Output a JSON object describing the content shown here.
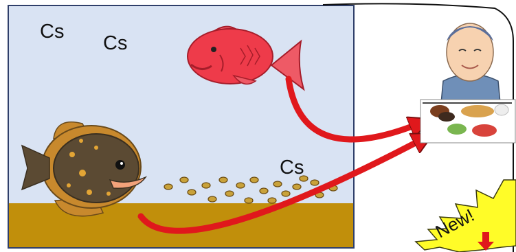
{
  "labels": {
    "cs_1": "Cs",
    "cs_2": "Cs",
    "cs_3": "Cs",
    "new_badge": "New!"
  },
  "colors": {
    "water": "#d9e3f3",
    "tank_border": "#2f3f6a",
    "sediment": "#c18f0b",
    "arrow": "#e0181c",
    "badge": "#fffc28",
    "fish_red": "#ee3b4a",
    "flatfish": "#5b4a33",
    "particle": "#c9a23a"
  },
  "icons": {
    "fish_top": "red-sea-bream-icon",
    "fish_bottom": "flatfish-icon",
    "person": "elderly-man-icon",
    "meal": "meal-tray-icon",
    "badge": "starburst-badge",
    "down_arrow": "down-arrow-icon"
  }
}
